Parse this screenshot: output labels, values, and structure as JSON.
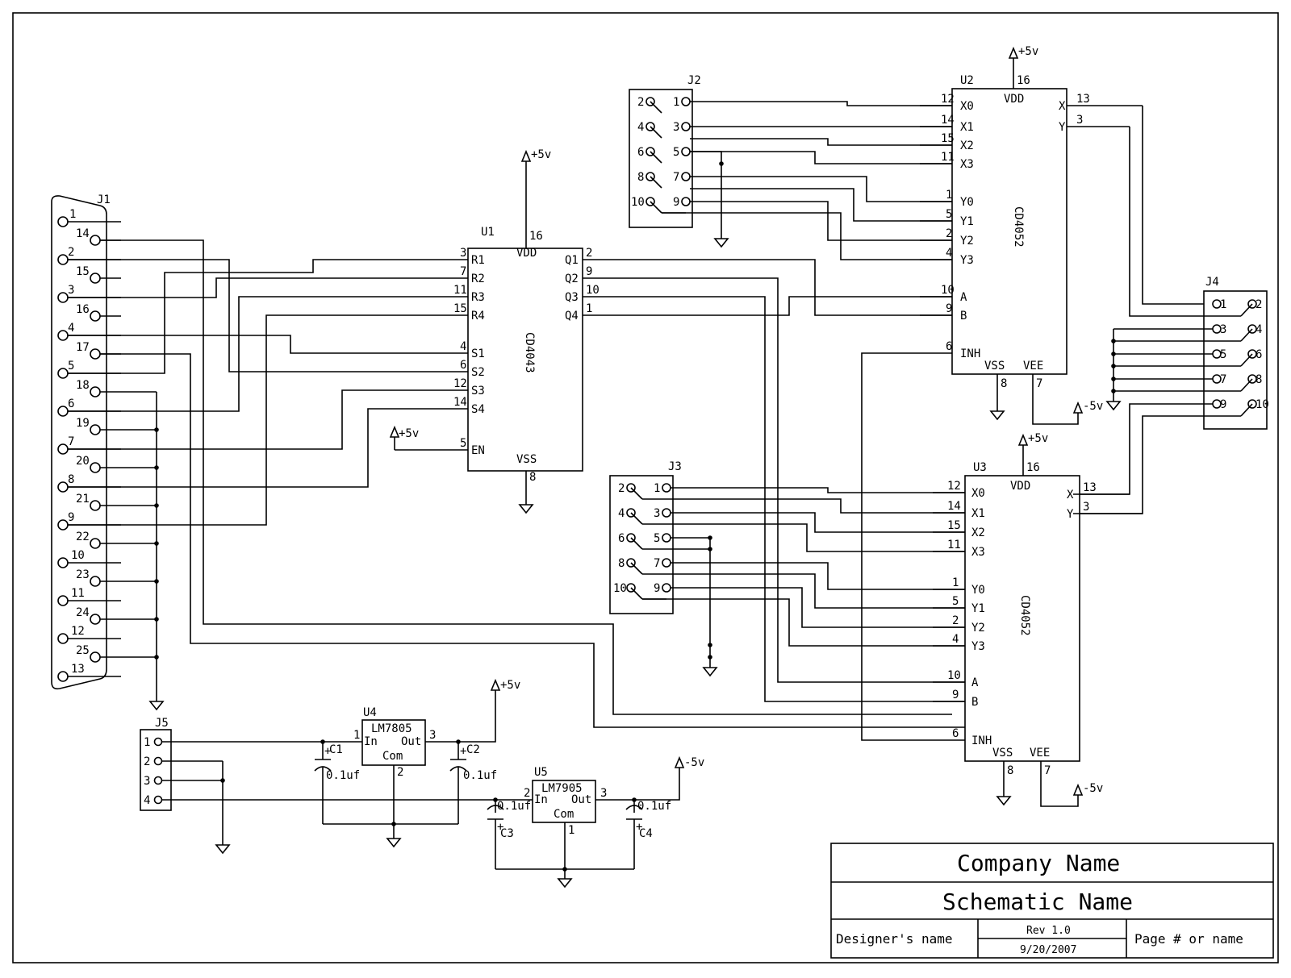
{
  "title_block": {
    "company": "Company Name",
    "schematic": "Schematic Name",
    "designer": "Designer's name",
    "rev": "Rev 1.0",
    "date": "9/20/2007",
    "page": "Page # or name"
  },
  "power": {
    "pos5": "+5v",
    "neg5": "-5v"
  },
  "parts": {
    "j1": {
      "ref": "J1"
    },
    "j2": {
      "ref": "J2"
    },
    "j3": {
      "ref": "J3"
    },
    "j4": {
      "ref": "J4"
    },
    "j5": {
      "ref": "J5"
    },
    "u1": {
      "ref": "U1",
      "type": "CD4043"
    },
    "u2": {
      "ref": "U2",
      "type": "CD4052"
    },
    "u3": {
      "ref": "U3",
      "type": "CD4052"
    },
    "u4": {
      "ref": "U4",
      "type": "LM7805",
      "in": "In",
      "out": "Out",
      "com": "Com"
    },
    "u5": {
      "ref": "U5",
      "type": "LM7905",
      "in": "In",
      "out": "Out",
      "com": "Com"
    },
    "c1": {
      "ref": "C1",
      "value": "0.1uf"
    },
    "c2": {
      "ref": "C2",
      "value": "0.1uf"
    },
    "c3": {
      "ref": "C3",
      "value": "0.1uf"
    },
    "c4": {
      "ref": "C4",
      "value": "0.1uf"
    }
  }
}
